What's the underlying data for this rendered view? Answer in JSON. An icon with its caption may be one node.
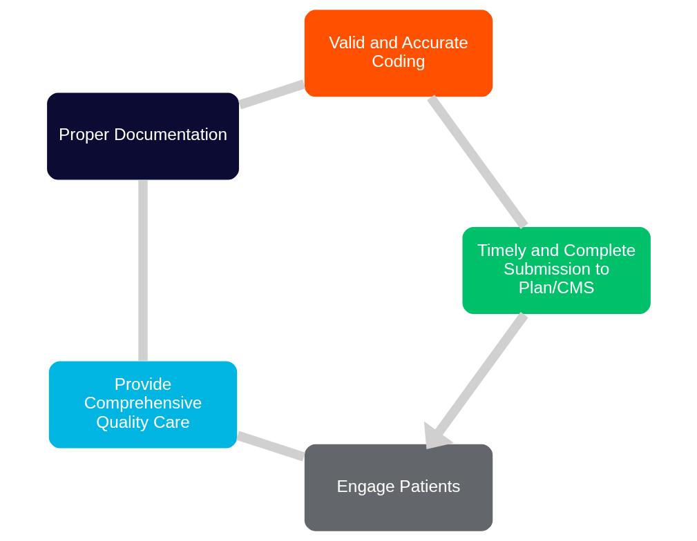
{
  "diagram": {
    "nodes": [
      {
        "text": [
          "Engage Patients"
        ]
      },
      {
        "text": [
          "Provide Comprehensive Quality Care"
        ]
      },
      {
        "text": [
          "Proper Documentation"
        ]
      },
      {
        "text": [
          "Valid and Accurate Coding"
        ]
      },
      {
        "text": [
          "Timely and Complete Submission to Plan/CMS"
        ]
      }
    ],
    "edges": [
      {
        "from": 0,
        "to": 1,
        "arrow": "none"
      },
      {
        "from": 1,
        "to": 2,
        "arrow": "none"
      },
      {
        "from": 2,
        "to": 3,
        "arrow": "none"
      },
      {
        "from": 3,
        "to": 4,
        "arrow": "none"
      },
      {
        "from": 4,
        "to": 0,
        "arrow": "to"
      }
    ]
  }
}
